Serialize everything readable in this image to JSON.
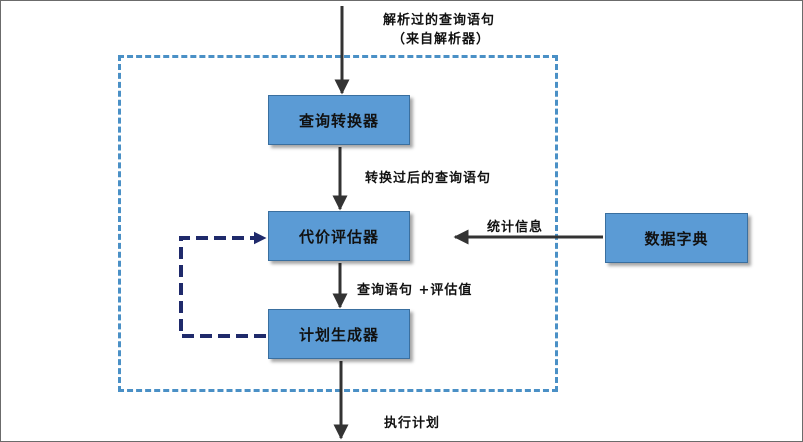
{
  "nodes": {
    "query_transformer": "查询转换器",
    "cost_estimator": "代价评估器",
    "plan_generator": "计划生成器",
    "data_dictionary": "数据字典"
  },
  "labels": {
    "input_line1": "解析过的查询语句",
    "input_line2": "（来自解析器）",
    "transformed_query": "转换过后的查询语句",
    "statistics": "统计信息",
    "query_plus_estimate": "查询语句 +评估值",
    "execution_plan": "执行计划"
  },
  "colors": {
    "node_fill": "#5b9bd5",
    "dashed_border": "#4a90c6",
    "feedback_arrow": "#1f2a6b",
    "arrow": "#333333"
  }
}
